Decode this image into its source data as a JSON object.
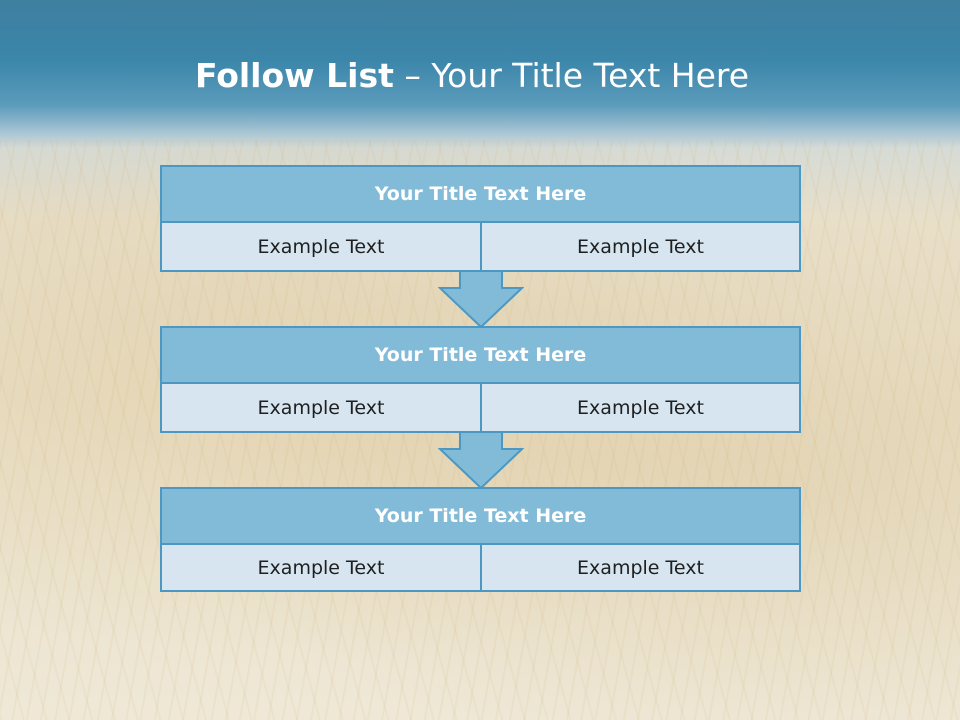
{
  "title": {
    "bold": "Follow List",
    "rest": " – Your Title Text Here"
  },
  "blocks": [
    {
      "title": "Your Title Text Here",
      "left": "Example Text",
      "right": "Example Text"
    },
    {
      "title": "Your Title Text Here",
      "left": "Example Text",
      "right": "Example Text"
    },
    {
      "title": "Your Title Text Here",
      "left": "Example Text",
      "right": "Example Text"
    }
  ],
  "colors": {
    "title_fill": "#82bbd7",
    "cell_fill": "#d6e5ef",
    "border": "#4c98c2",
    "header_band": "#3b86aa"
  }
}
